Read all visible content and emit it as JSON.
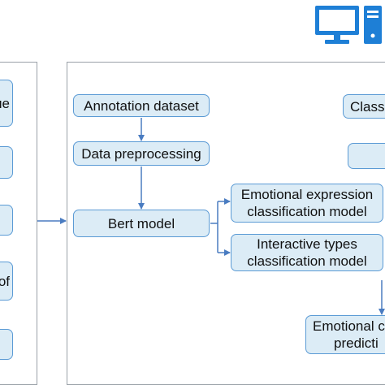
{
  "left_panel": {
    "labels": [
      "ue",
      "",
      "",
      "of",
      ""
    ]
  },
  "center_panel": {
    "annotation_dataset": "Annotation dataset",
    "data_preprocessing": "Data preprocessing",
    "bert_model": "Bert model",
    "emotional_model": [
      "Emotional expression",
      "classification model"
    ],
    "interactive_model": [
      "Interactive types",
      "classification model"
    ]
  },
  "right_column": {
    "classi_label": "Classi",
    "emotional_prediction": [
      "Emotional c",
      "predicti"
    ]
  },
  "colors": {
    "box_fill": "#dcecf6",
    "box_border": "#5b9bd5",
    "arrow": "#4a7cc1",
    "computer_icon": "#1e7fd6"
  },
  "icons": [
    "computer-icon"
  ]
}
